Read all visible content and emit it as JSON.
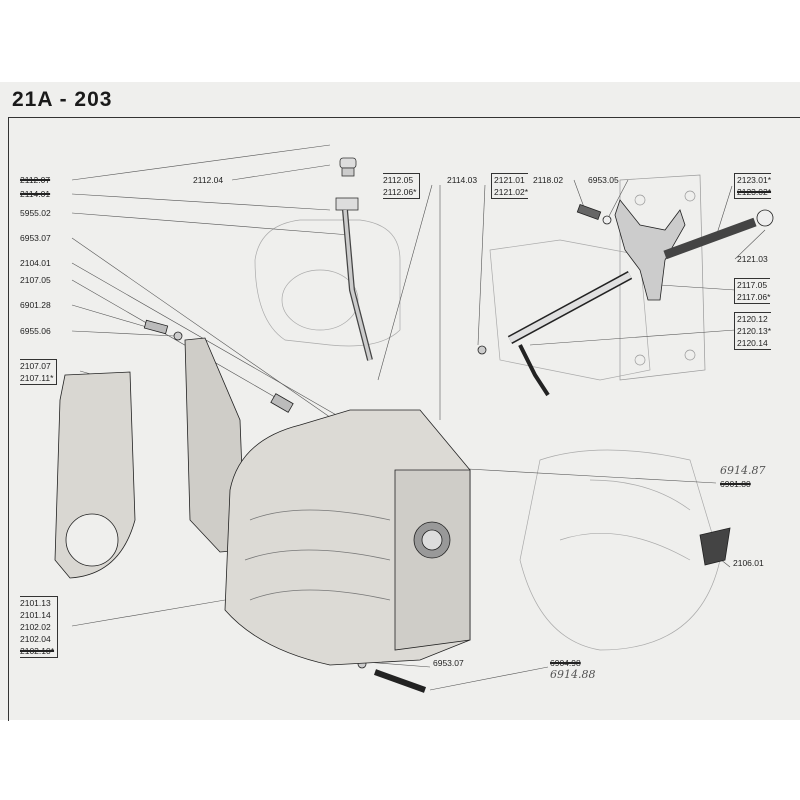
{
  "title": "21A - 203",
  "labels": {
    "l2112_07": "2112.07",
    "l2114_01": "2114.01",
    "l5955_02": "5955.02",
    "l6953_07a": "6953.07",
    "l2104_01": "2104.01",
    "l2107_05": "2107.05",
    "l6901_28": "6901.28",
    "l6955_06": "6955.06",
    "l2107_07": "2107.07",
    "l2107_11": "2107.11*",
    "l2112_04": "2112.04",
    "l2112_05": "2112.05",
    "l2112_06": "2112.06*",
    "l2114_03": "2114.03",
    "l2121_01": "2121.01",
    "l2121_02": "2121.02*",
    "l2118_02": "2118.02",
    "l6953_05": "6953.05",
    "l2123_01": "2123.01*",
    "l2123_02": "2123.02*",
    "l2121_03": "2121.03",
    "l2117_05": "2117.05",
    "l2117_06": "2117.06*",
    "l2120_12": "2120.12",
    "l2120_13": "2120.13*",
    "l2120_14": "2120.14",
    "l6901_80": "6901.80",
    "l2106_01": "2106.01",
    "l2101_13": "2101.13",
    "l2101_14": "2101.14",
    "l2102_02": "2102.02",
    "l2102_04": "2102.04",
    "l2102_10": "2102.10*",
    "l6953_07b": "6953.07",
    "l6904_98": "6904.98"
  },
  "handwritten": {
    "h6914_87": "6914.87",
    "h6914_88": "6914.88"
  }
}
